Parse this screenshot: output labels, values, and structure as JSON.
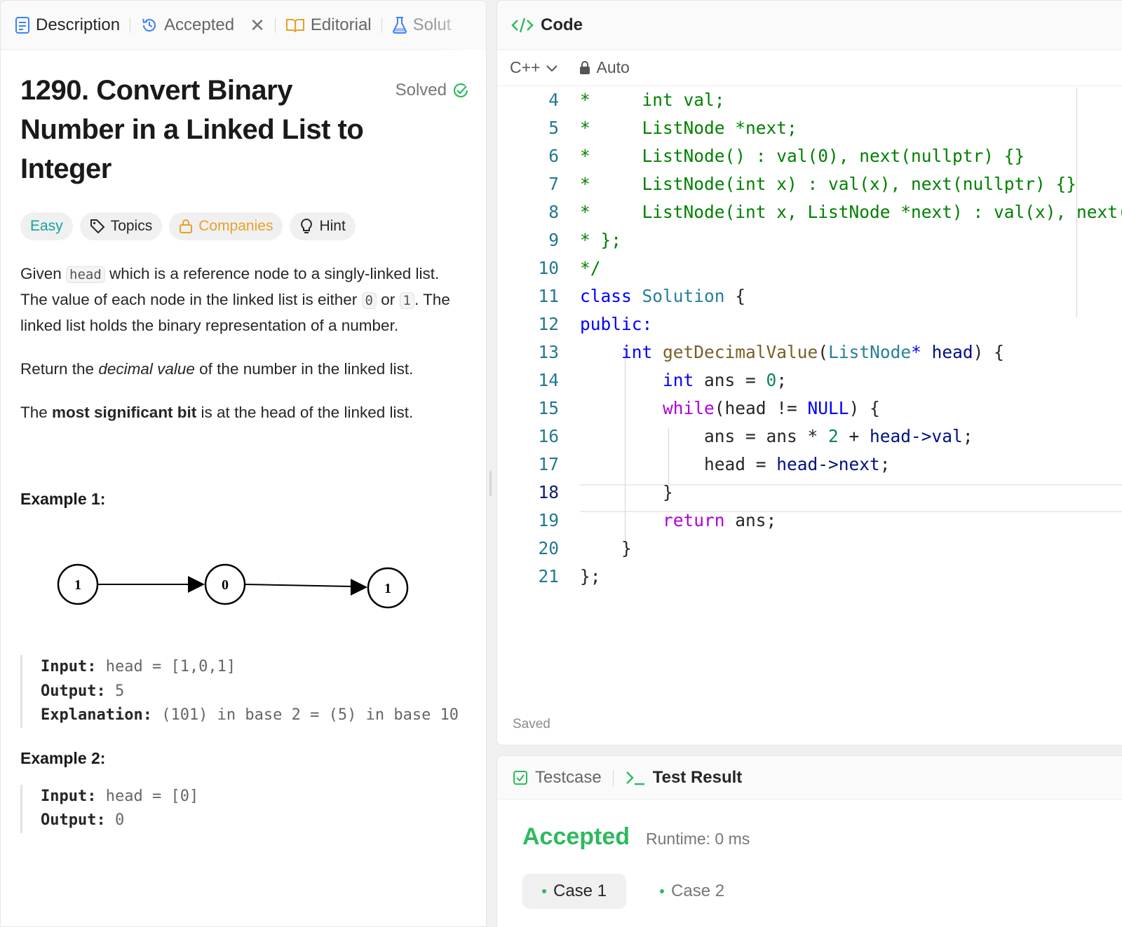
{
  "left_tabs": [
    {
      "label": "Description"
    },
    {
      "label": "Accepted"
    },
    {
      "label": "Editorial"
    },
    {
      "label": "Solut"
    }
  ],
  "problem": {
    "title": "1290. Convert Binary Number in a Linked List to Integer",
    "status": "Solved",
    "chips": {
      "difficulty": "Easy",
      "topics": "Topics",
      "companies": "Companies",
      "hint": "Hint"
    },
    "p1": {
      "t1": "Given ",
      "c1": "head",
      "t2": " which is a reference node to a singly-linked list. The value of each node in the linked list is either ",
      "c2": "0",
      "t3": " or ",
      "c3": "1",
      "t4": ". The linked list holds the binary representation of a number."
    },
    "p2": {
      "t1": "Return the ",
      "em": "decimal value",
      "t2": " of the number in the linked list."
    },
    "p3": {
      "t1": "The ",
      "strong": "most significant bit",
      "t2": " is at the head of the linked list."
    },
    "example1": {
      "title": "Example 1:",
      "nodes": [
        "1",
        "0",
        "1"
      ],
      "input_label": "Input:",
      "input": "head = [1,0,1]",
      "output_label": "Output:",
      "output": "5",
      "explanation_label": "Explanation:",
      "explanation": "(101) in base 2 = (5) in base 10"
    },
    "example2": {
      "title": "Example 2:",
      "input_label": "Input:",
      "input": "head = [0]",
      "output_label": "Output:",
      "output": "0"
    }
  },
  "editor": {
    "header": "Code",
    "language": "C++",
    "mode": "Auto",
    "saved": "Saved",
    "current_line": "18",
    "lines": [
      {
        "n": "4",
        "parts": [
          [
            "cm",
            "*     int val;"
          ]
        ]
      },
      {
        "n": "5",
        "parts": [
          [
            "cm",
            "*     ListNode *next;"
          ]
        ]
      },
      {
        "n": "6",
        "parts": [
          [
            "cm",
            "*     ListNode() : val(0), next(nullptr) {}"
          ]
        ]
      },
      {
        "n": "7",
        "parts": [
          [
            "cm",
            "*     ListNode(int x) : val(x), next(nullptr) {}"
          ]
        ]
      },
      {
        "n": "8",
        "parts": [
          [
            "cm",
            "*     ListNode(int x, ListNode *next) : val(x), next(next) {}"
          ]
        ]
      },
      {
        "n": "9",
        "parts": [
          [
            "cm",
            "* };"
          ]
        ]
      },
      {
        "n": "10",
        "parts": [
          [
            "cm",
            "*/"
          ]
        ]
      },
      {
        "n": "11",
        "parts": [
          [
            "kw",
            "class "
          ],
          [
            "ty",
            "Solution"
          ],
          [
            "op",
            " {"
          ]
        ]
      },
      {
        "n": "12",
        "parts": [
          [
            "kw",
            "public:"
          ]
        ]
      },
      {
        "n": "13",
        "parts": [
          [
            "op",
            "    "
          ],
          [
            "kw",
            "int "
          ],
          [
            "fn",
            "getDecimalValue"
          ],
          [
            "op",
            "("
          ],
          [
            "ty",
            "ListNode"
          ],
          [
            "kw",
            "*"
          ],
          [
            "var",
            " head"
          ],
          [
            "op",
            ") {"
          ]
        ]
      },
      {
        "n": "14",
        "parts": [
          [
            "op",
            "        "
          ],
          [
            "kw",
            "int "
          ],
          [
            "op",
            "ans = "
          ],
          [
            "num",
            "0"
          ],
          [
            "op",
            ";"
          ]
        ]
      },
      {
        "n": "15",
        "parts": [
          [
            "op",
            "        "
          ],
          [
            "ctl",
            "while"
          ],
          [
            "op",
            "(head != "
          ],
          [
            "kw",
            "NULL"
          ],
          [
            "op",
            ") {"
          ]
        ]
      },
      {
        "n": "16",
        "parts": [
          [
            "op",
            "            ans = ans * "
          ],
          [
            "num",
            "2"
          ],
          [
            "op",
            " + "
          ],
          [
            "var",
            "head->val"
          ],
          [
            "op",
            ";"
          ]
        ]
      },
      {
        "n": "17",
        "parts": [
          [
            "op",
            "            head = "
          ],
          [
            "var",
            "head->next"
          ],
          [
            "op",
            ";"
          ]
        ]
      },
      {
        "n": "18",
        "parts": [
          [
            "op",
            "        }"
          ]
        ]
      },
      {
        "n": "19",
        "parts": [
          [
            "op",
            "        "
          ],
          [
            "ctl",
            "return"
          ],
          [
            "op",
            " ans;"
          ]
        ]
      },
      {
        "n": "20",
        "parts": [
          [
            "op",
            "    }"
          ]
        ]
      },
      {
        "n": "21",
        "parts": [
          [
            "op",
            "};"
          ]
        ]
      }
    ]
  },
  "results": {
    "tabs": [
      {
        "label": "Testcase"
      },
      {
        "label": "Test Result"
      }
    ],
    "status": "Accepted",
    "runtime": "Runtime: 0 ms",
    "cases": [
      {
        "label": "Case 1"
      },
      {
        "label": "Case 2"
      }
    ]
  },
  "colors": {
    "accent_green": "#2cbb5d",
    "easy": "#16a0a0",
    "companies": "#e5a22a",
    "tab_icon_blue": "#3b82f6"
  }
}
